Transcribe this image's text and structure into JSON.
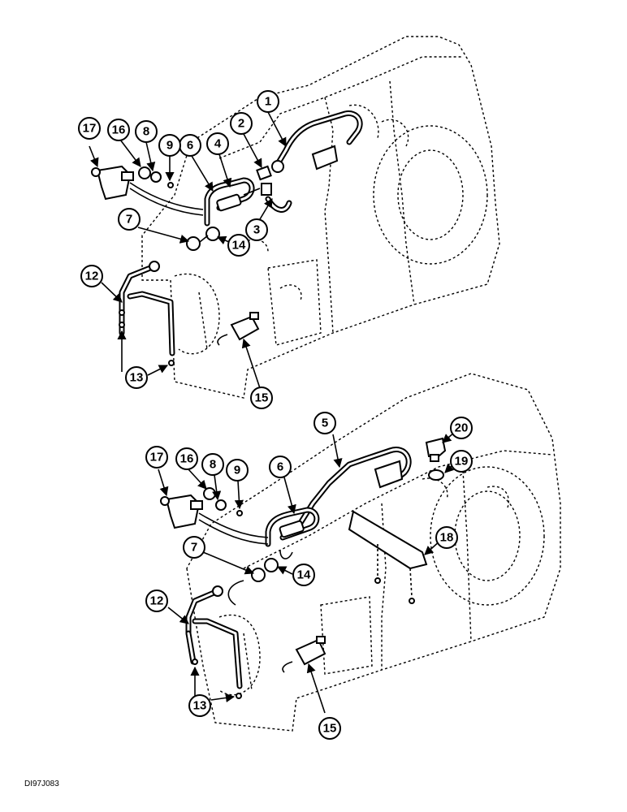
{
  "upper_callouts": [
    "1",
    "2",
    "3",
    "4",
    "6",
    "7",
    "8",
    "9",
    "12",
    "13",
    "14",
    "15",
    "16",
    "17"
  ],
  "lower_callouts": [
    "5",
    "6",
    "7",
    "8",
    "9",
    "12",
    "13",
    "14",
    "15",
    "16",
    "17",
    "18",
    "19",
    "20"
  ],
  "figure_code": "DI97J083"
}
